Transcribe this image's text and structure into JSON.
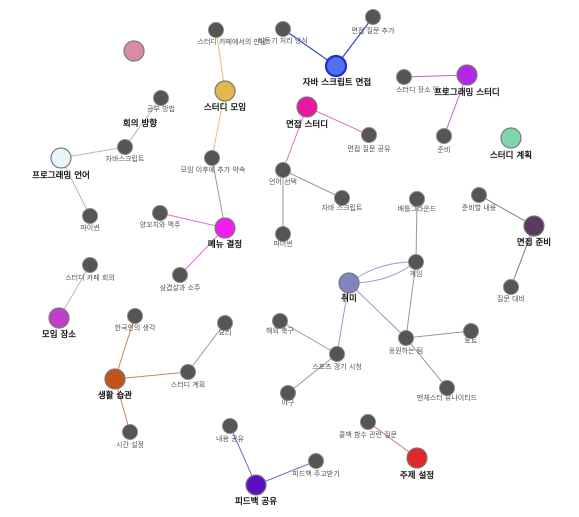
{
  "graph": {
    "nodes": [
      {
        "id": "n1",
        "label": "회의 방향",
        "kind": "hub",
        "color": "#d98aa8"
      },
      {
        "id": "n2",
        "label": "스터디 카페에서의 만남",
        "kind": "leaf",
        "color": "#555555"
      },
      {
        "id": "n3",
        "label": "스터디 모임",
        "kind": "hub",
        "color": "#e3b84a"
      },
      {
        "id": "n4",
        "label": "비동기 처리 방식",
        "kind": "leaf",
        "color": "#555555"
      },
      {
        "id": "n5",
        "label": "면접 질문 추가",
        "kind": "leaf",
        "color": "#555555"
      },
      {
        "id": "n6",
        "label": "자바 스크립트 면접",
        "kind": "hub",
        "color": "#5570e8",
        "selected": true
      },
      {
        "id": "n7",
        "label": "스터디 장소 및 시",
        "kind": "leaf",
        "color": "#555555"
      },
      {
        "id": "n8",
        "label": "프로그래밍 스터디",
        "kind": "hub",
        "color": "#b327e6"
      },
      {
        "id": "n9",
        "label": "준비",
        "kind": "leaf",
        "color": "#555555"
      },
      {
        "id": "n10",
        "label": "스터디 계획",
        "kind": "hub",
        "color": "#7fd6ae"
      },
      {
        "id": "n11",
        "label": "면접 스터디",
        "kind": "hub",
        "color": "#e6189e"
      },
      {
        "id": "n12",
        "label": "면접 질문 공유",
        "kind": "leaf",
        "color": "#555555"
      },
      {
        "id": "n13",
        "label": "공부 방법",
        "kind": "leaf",
        "color": "#555555"
      },
      {
        "id": "n14",
        "label": "자바스크립트",
        "kind": "leaf",
        "color": "#555555"
      },
      {
        "id": "n15",
        "label": "프로그래밍 언어",
        "kind": "hub",
        "color": "#e6f6fa"
      },
      {
        "id": "n16",
        "label": "파이썬",
        "kind": "leaf",
        "color": "#555555"
      },
      {
        "id": "n17",
        "label": "모임 이후에 추가 약속",
        "kind": "leaf",
        "color": "#555555"
      },
      {
        "id": "n18",
        "label": "언어 선택",
        "kind": "leaf",
        "color": "#555555"
      },
      {
        "id": "n19",
        "label": "자바 스크립트",
        "kind": "leaf",
        "color": "#555555"
      },
      {
        "id": "n20",
        "label": "파이썬",
        "kind": "leaf",
        "color": "#555555"
      },
      {
        "id": "n21",
        "label": "양꼬치와 맥주",
        "kind": "leaf",
        "color": "#555555"
      },
      {
        "id": "n22",
        "label": "메뉴 결정",
        "kind": "hub",
        "color": "#f01ef0"
      },
      {
        "id": "n23",
        "label": "배틀그라운드",
        "kind": "leaf",
        "color": "#555555"
      },
      {
        "id": "n24",
        "label": "준비할 내용",
        "kind": "leaf",
        "color": "#555555"
      },
      {
        "id": "n25",
        "label": "면접 준비",
        "kind": "hub",
        "color": "#5c3a5e"
      },
      {
        "id": "n26",
        "label": "스터디 카페 회의",
        "kind": "leaf",
        "color": "#555555"
      },
      {
        "id": "n27",
        "label": "삼겹살과 소주",
        "kind": "leaf",
        "color": "#555555"
      },
      {
        "id": "n28",
        "label": "게임",
        "kind": "leaf",
        "color": "#555555"
      },
      {
        "id": "n29",
        "label": "질문 대비",
        "kind": "leaf",
        "color": "#555555"
      },
      {
        "id": "n30",
        "label": "취미",
        "kind": "hub",
        "color": "#8085c0"
      },
      {
        "id": "n31",
        "label": "모임 장소",
        "kind": "hub",
        "color": "#c03ec8"
      },
      {
        "id": "n32",
        "label": "한국인의 생각",
        "kind": "leaf",
        "color": "#555555"
      },
      {
        "id": "n33",
        "label": "요리",
        "kind": "leaf",
        "color": "#555555"
      },
      {
        "id": "n34",
        "label": "해외 축구",
        "kind": "leaf",
        "color": "#555555"
      },
      {
        "id": "n35",
        "label": "토트",
        "kind": "leaf",
        "color": "#555555"
      },
      {
        "id": "n36",
        "label": "응원하는 팀",
        "kind": "leaf",
        "color": "#555555"
      },
      {
        "id": "n37",
        "label": "스포츠 경기 시청",
        "kind": "leaf",
        "color": "#555555"
      },
      {
        "id": "n38",
        "label": "스터디 계획",
        "kind": "leaf",
        "color": "#555555"
      },
      {
        "id": "n39",
        "label": "생활 습관",
        "kind": "hub",
        "color": "#c4521e"
      },
      {
        "id": "n40",
        "label": "맨체스터 유나이티드",
        "kind": "leaf",
        "color": "#555555"
      },
      {
        "id": "n41",
        "label": "야구",
        "kind": "leaf",
        "color": "#555555"
      },
      {
        "id": "n42",
        "label": "콜백 함수 관련 질문",
        "kind": "leaf",
        "color": "#555555"
      },
      {
        "id": "n43",
        "label": "내용 공유",
        "kind": "leaf",
        "color": "#555555"
      },
      {
        "id": "n44",
        "label": "시간 설정",
        "kind": "leaf",
        "color": "#555555"
      },
      {
        "id": "n45",
        "label": "주제 설정",
        "kind": "hub",
        "color": "#e02828"
      },
      {
        "id": "n46",
        "label": "피드백 주고받기",
        "kind": "leaf",
        "color": "#555555"
      },
      {
        "id": "n47",
        "label": "피드백 공유",
        "kind": "hub",
        "color": "#5a0fc0"
      }
    ],
    "edges": [
      {
        "from": "n2",
        "to": "n3",
        "color": "#e8c070",
        "curve": 0
      },
      {
        "from": "n3",
        "to": "n17",
        "color": "#e8c070",
        "curve": 0
      },
      {
        "from": "n4",
        "to": "n6",
        "color": "#3550cc",
        "curve": 0
      },
      {
        "from": "n5",
        "to": "n6",
        "color": "#3550cc",
        "curve": 0
      },
      {
        "from": "n7",
        "to": "n8",
        "color": "#c060e0",
        "curve": 0
      },
      {
        "from": "n9",
        "to": "n8",
        "color": "#c060e0",
        "curve": 0
      },
      {
        "from": "n11",
        "to": "n12",
        "color": "#e070c0",
        "curve": 0
      },
      {
        "from": "n11",
        "to": "n18",
        "color": "#e070c0",
        "curve": 0
      },
      {
        "from": "n18",
        "to": "n19",
        "color": "#999999",
        "curve": 0
      },
      {
        "from": "n18",
        "to": "n20",
        "color": "#999999",
        "curve": 0
      },
      {
        "from": "n13",
        "to": "n14",
        "color": "#b8b8b8",
        "curve": 0
      },
      {
        "from": "n14",
        "to": "n15",
        "color": "#b8b8b8",
        "curve": 0
      },
      {
        "from": "n15",
        "to": "n16",
        "color": "#b8b8b8",
        "curve": 0
      },
      {
        "from": "n17",
        "to": "n22",
        "color": "#999999",
        "curve": 0
      },
      {
        "from": "n21",
        "to": "n22",
        "color": "#e070e0",
        "curve": 0
      },
      {
        "from": "n22",
        "to": "n27",
        "color": "#e070e0",
        "curve": 0
      },
      {
        "from": "n24",
        "to": "n25",
        "color": "#8a708a",
        "curve": 0
      },
      {
        "from": "n25",
        "to": "n29",
        "color": "#8a708a",
        "curve": 0
      },
      {
        "from": "n23",
        "to": "n28",
        "color": "#999999",
        "curve": 0
      },
      {
        "from": "n28",
        "to": "n30",
        "color": "#9999cc",
        "curve": -12
      },
      {
        "from": "n28",
        "to": "n30",
        "color": "#9999cc",
        "curve": 12
      },
      {
        "from": "n28",
        "to": "n36",
        "color": "#999999",
        "curve": 0
      },
      {
        "from": "n30",
        "to": "n36",
        "color": "#9999cc",
        "curve": 0
      },
      {
        "from": "n30",
        "to": "n37",
        "color": "#9999cc",
        "curve": 0
      },
      {
        "from": "n36",
        "to": "n35",
        "color": "#999999",
        "curve": 0
      },
      {
        "from": "n36",
        "to": "n40",
        "color": "#999999",
        "curve": 0
      },
      {
        "from": "n34",
        "to": "n37",
        "color": "#999999",
        "curve": 0
      },
      {
        "from": "n37",
        "to": "n41",
        "color": "#999999",
        "curve": 0
      },
      {
        "from": "n26",
        "to": "n31",
        "color": "#b8b8b8",
        "curve": 0
      },
      {
        "from": "n32",
        "to": "n39",
        "color": "#d08060",
        "curve": 0
      },
      {
        "from": "n39",
        "to": "n38",
        "color": "#d08060",
        "curve": 0
      },
      {
        "from": "n38",
        "to": "n33",
        "color": "#999999",
        "curve": 0
      },
      {
        "from": "n39",
        "to": "n44",
        "color": "#d08060",
        "curve": 0
      },
      {
        "from": "n42",
        "to": "n45",
        "color": "#e07070",
        "curve": 0
      },
      {
        "from": "n43",
        "to": "n47",
        "color": "#8a60d0",
        "curve": 0
      },
      {
        "from": "n46",
        "to": "n47",
        "color": "#8a60d0",
        "curve": 0
      }
    ]
  }
}
